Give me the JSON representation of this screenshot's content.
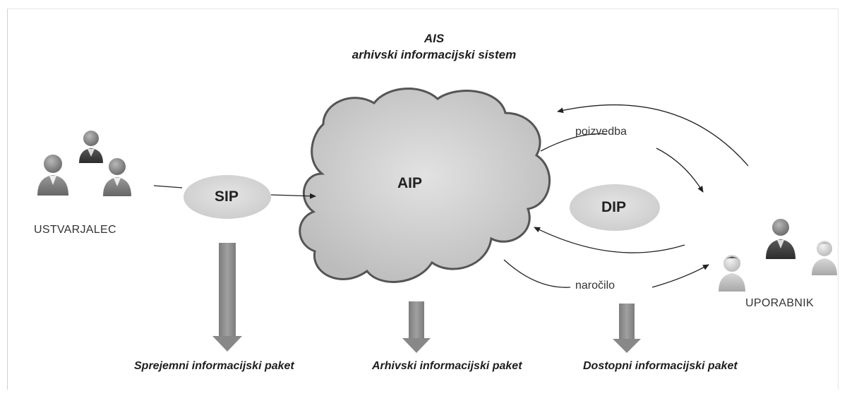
{
  "system": {
    "acronym": "AIS",
    "name": "arhivski informacijski sistem"
  },
  "actors": {
    "producer": "USTVARJALEC",
    "consumer": "UPORABNIK"
  },
  "packages": {
    "sip": "SIP",
    "aip": "AIP",
    "dip": "DIP"
  },
  "flows": {
    "query": "poizvedba",
    "order": "naročilo"
  },
  "captions": {
    "sip": "Sprejemni  informacijski  paket",
    "aip": "Arhivski informacijski paket",
    "dip": "Dostopni informacijski paket"
  },
  "icons": {
    "producer_group": "person-group-icon",
    "consumer_group": "person-group-icon"
  },
  "colors": {
    "cloud_fill": "#c8c8c8",
    "cloud_stroke": "#555555",
    "ellipse_fill": "#d6d6d6",
    "big_arrow": "#8a8a8a"
  }
}
